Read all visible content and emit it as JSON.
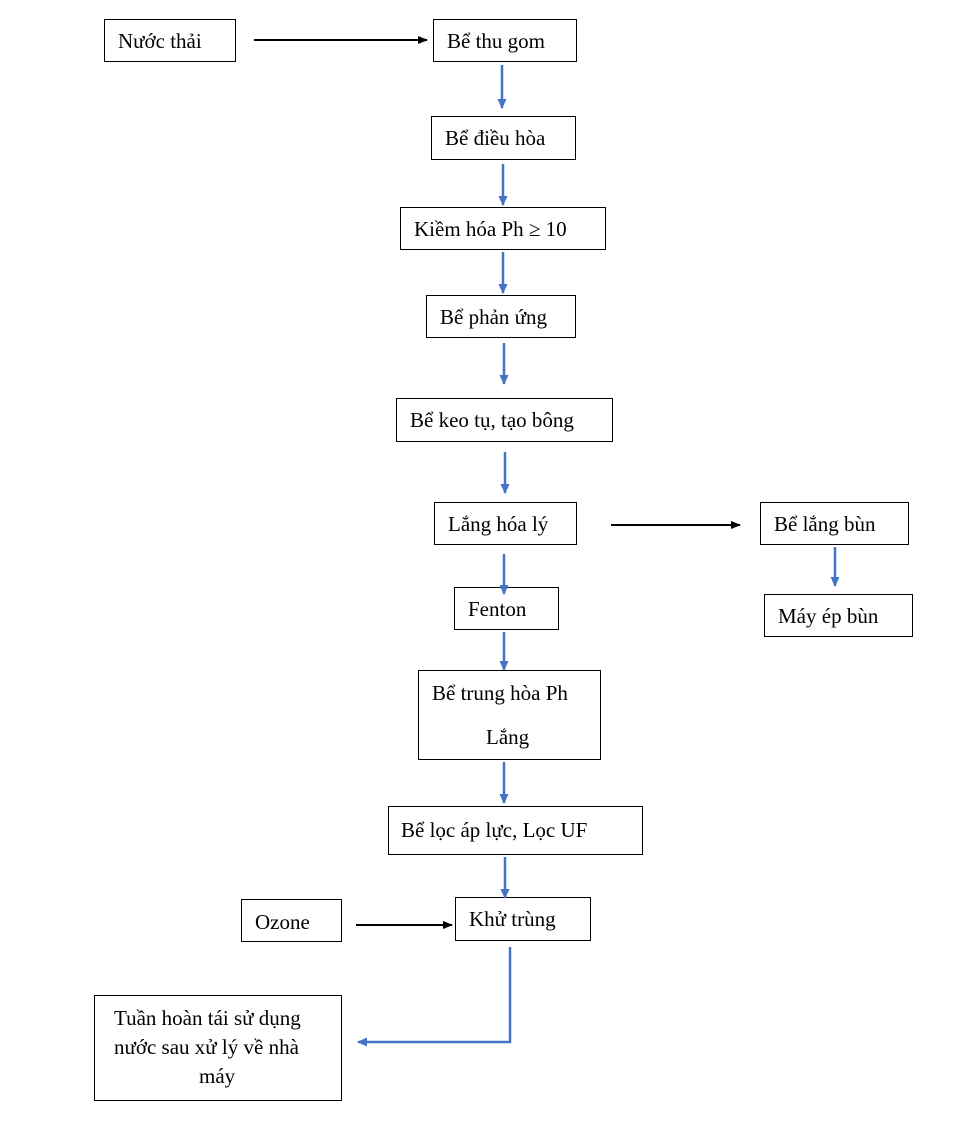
{
  "colors": {
    "connector_blue": "#4472C4",
    "connector_black": "#000000",
    "box_border": "#000000"
  },
  "nodes": {
    "wastewater": "Nước thải",
    "collection_tank": "Bể thu gom",
    "equalization_tank": "Bể điều hòa",
    "alkalization": "Kiềm hóa Ph ≥ 10",
    "reaction_tank": "Bể phản ứng",
    "coagulation_tank": "Bể keo tụ, tạo bông",
    "physchem_settling": "Lắng hóa lý",
    "sludge_settling_tank": "Bể lắng bùn",
    "sludge_press": "Máy ép bùn",
    "fenton": "Fenton",
    "neutralization_line1": "Bể trung hòa Ph",
    "neutralization_line2": "Lắng",
    "pressure_filter": "Bể lọc áp lực, Lọc UF",
    "ozone": "Ozone",
    "disinfection": "Khử trùng",
    "recirculation_line1": "Tuần hoàn tái sử dụng",
    "recirculation_line2": "nước sau xử lý về nhà",
    "recirculation_line3": "máy"
  }
}
